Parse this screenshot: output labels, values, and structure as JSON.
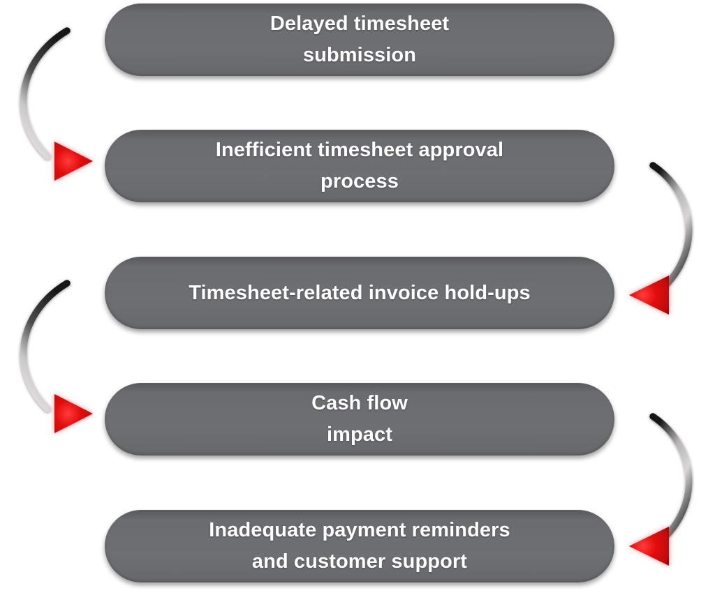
{
  "diagram": {
    "title": "Timesheet and payment process issues flow",
    "background_color": "#ffffff",
    "node_fill_color": "#6b6c70",
    "node_text_color": "#ffffff",
    "arrowhead_color": "#e00d0d",
    "connector_stroke_color": "#1a1a1a",
    "nodes": [
      {
        "id": "node-0",
        "label": "Delayed timesheet\nsubmission"
      },
      {
        "id": "node-1",
        "label": "Inefficient timesheet approval\nprocess"
      },
      {
        "id": "node-2",
        "label": "Timesheet-related invoice hold-ups"
      },
      {
        "id": "node-3",
        "label": "Cash flow\nimpact"
      },
      {
        "id": "node-4",
        "label": "Inadequate payment reminders\nand customer support"
      }
    ],
    "connectors": [
      {
        "id": "connector-1",
        "from": "node-0",
        "to": "node-1",
        "side": "left",
        "direction": "right"
      },
      {
        "id": "connector-2",
        "from": "node-1",
        "to": "node-2",
        "side": "right",
        "direction": "left"
      },
      {
        "id": "connector-3",
        "from": "node-2",
        "to": "node-3",
        "side": "left",
        "direction": "right"
      },
      {
        "id": "connector-4",
        "from": "node-3",
        "to": "node-4",
        "side": "right",
        "direction": "left"
      }
    ]
  }
}
